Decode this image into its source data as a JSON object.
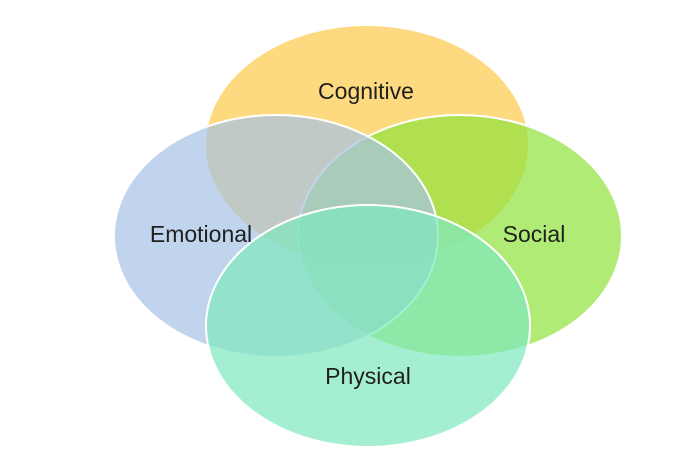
{
  "diagram": {
    "type": "venn",
    "sets": [
      {
        "key": "cognitive",
        "label": "Cognitive",
        "color": "#FDD36A"
      },
      {
        "key": "social",
        "label": "Social",
        "color": "#8EE23C"
      },
      {
        "key": "emotional",
        "label": "Emotional",
        "color": "#A6C2E6"
      },
      {
        "key": "physical",
        "label": "Physical",
        "color": "#7EE8BD"
      }
    ]
  }
}
